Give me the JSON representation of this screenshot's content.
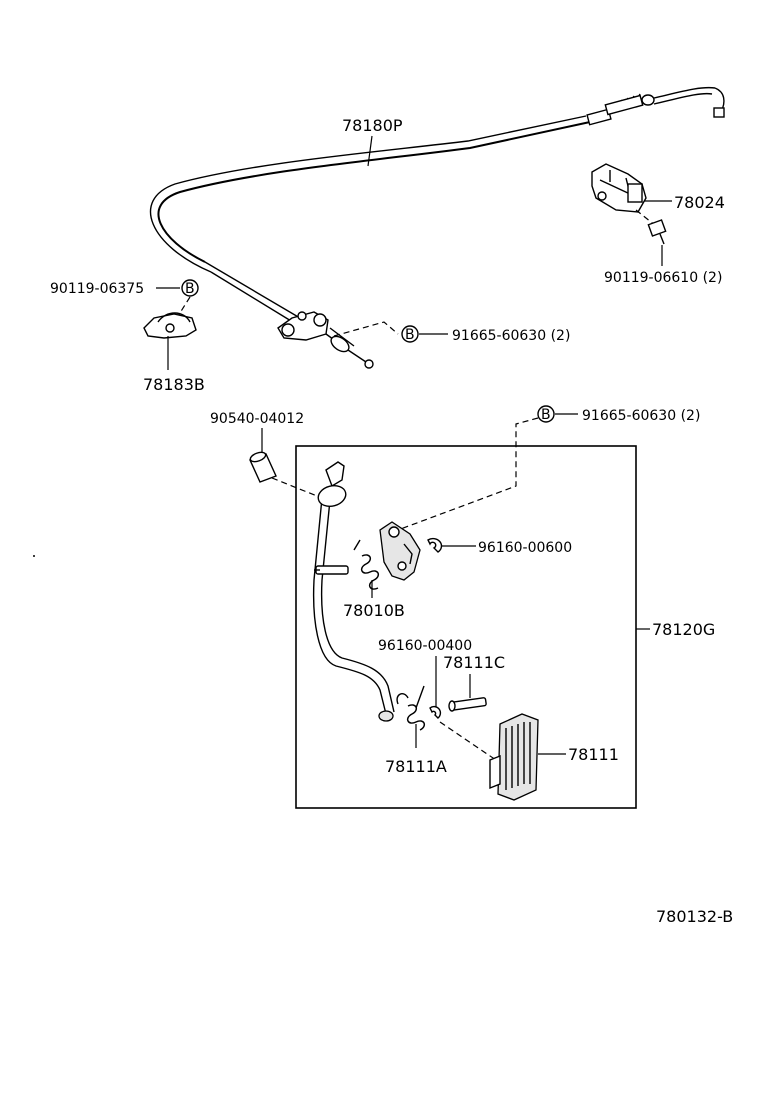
{
  "labels": {
    "cable": "78180P",
    "bracket_78024": "78024",
    "bolt_right": "90119-06610 (2)",
    "bolt_left": "90119-06375",
    "clamp": "78183B",
    "bolt_cable": "91665-60630 (2)",
    "bushing": "90540-04012",
    "bolt_box": "91665-60630 (2)",
    "clip_upper": "96160-00600",
    "spring_upper": "78010B",
    "pedal_assy": "78120G",
    "clip_lower": "96160-00400",
    "pin": "78111C",
    "pad": "78111",
    "spring_lower": "78111A",
    "drawing_number": "780132-B"
  },
  "markers": {
    "b_symbol": "B"
  }
}
